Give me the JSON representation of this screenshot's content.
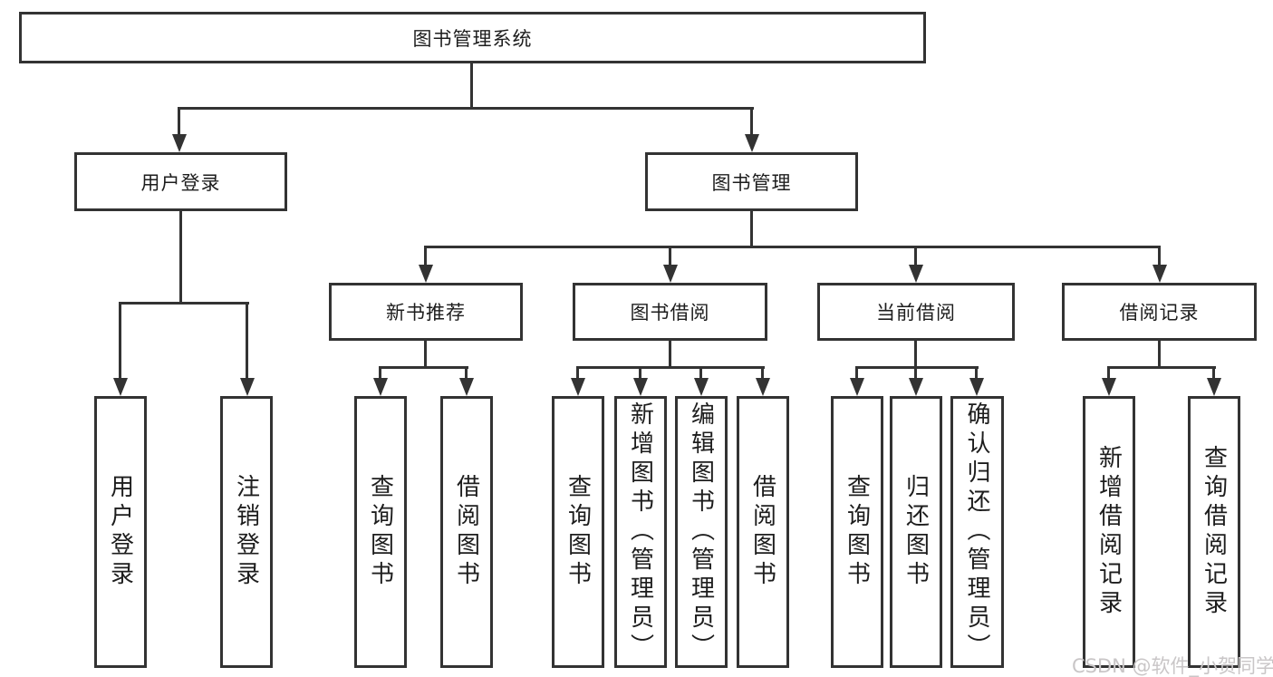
{
  "diagram": {
    "title": "图书管理系统",
    "user_branch": {
      "label": "用户登录",
      "children": [
        {
          "label": "用户登录"
        },
        {
          "label": "注销登录"
        }
      ]
    },
    "book_branch": {
      "label": "图书管理",
      "modules": [
        {
          "label": "新书推荐",
          "children": [
            {
              "label": "查询图书"
            },
            {
              "label": "借阅图书"
            }
          ]
        },
        {
          "label": "图书借阅",
          "children": [
            {
              "label": "查询图书"
            },
            {
              "label": "新增图书（管理员）"
            },
            {
              "label": "编辑图书（管理员）"
            },
            {
              "label": "借阅图书"
            }
          ]
        },
        {
          "label": "当前借阅",
          "children": [
            {
              "label": "查询图书"
            },
            {
              "label": "归还图书"
            },
            {
              "label": "确认归还（管理员）"
            }
          ]
        },
        {
          "label": "借阅记录",
          "children": [
            {
              "label": "新增借阅记录"
            },
            {
              "label": "查询借阅记录"
            }
          ]
        }
      ]
    },
    "watermark": "CSDN @软件_小贺同学"
  },
  "colors": {
    "line": "#333333",
    "box_border": "#333333",
    "text": "#1d1d1d",
    "watermark": "#c9c6c7",
    "background": "#ffffff"
  }
}
